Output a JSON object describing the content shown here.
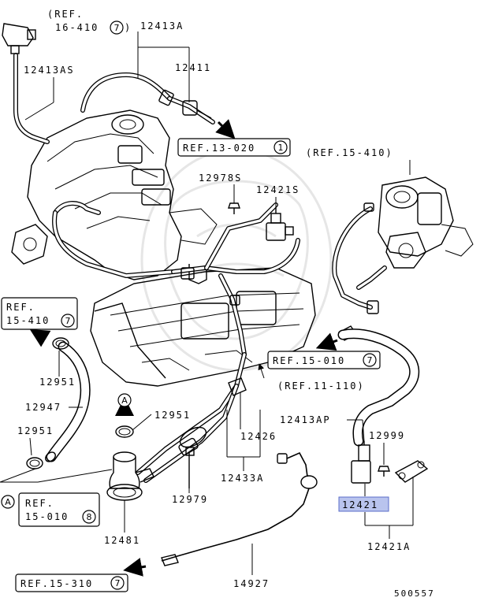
{
  "labels": {
    "p12413A": "12413A",
    "p12413AS": "12413AS",
    "p12411": "12411",
    "p12978S": "12978S",
    "p12421S": "12421S",
    "p12951_a": "12951",
    "p12947": "12947",
    "p12951_b": "12951",
    "p12951_c": "12951",
    "p12426": "12426",
    "p12413AP": "12413AP",
    "p12999": "12999",
    "p12421": "12421",
    "p12433A": "12433A",
    "p12979": "12979",
    "p12481": "12481",
    "p12421A": "12421A",
    "p14927": "14927",
    "code": "500557"
  },
  "refs": {
    "ref_16_410": {
      "line1": "(REF.",
      "line2": "16-410",
      "num": "7"
    },
    "ref_13_020": {
      "text": "REF.13-020",
      "num": "1"
    },
    "ref_15_410_top": {
      "text": "(REF.15-410)"
    },
    "ref_15_410_left": {
      "line1": "REF.",
      "line2": "15-410",
      "num": "7"
    },
    "ref_15_010_mid": {
      "text": "REF.15-010",
      "num": "7"
    },
    "ref_11_110": {
      "text": "(REF.11-110)"
    },
    "ref_15_010_low": {
      "marker": "A",
      "line1": "REF.",
      "line2": "15-010",
      "num": "8"
    },
    "ref_15_310": {
      "text": "REF.15-310",
      "num": "7"
    }
  },
  "markers": {
    "marker_a_top": "A"
  },
  "highlight": {
    "part": "12421",
    "fill": "#b9c4ee",
    "stroke": "#5a6cc8"
  }
}
